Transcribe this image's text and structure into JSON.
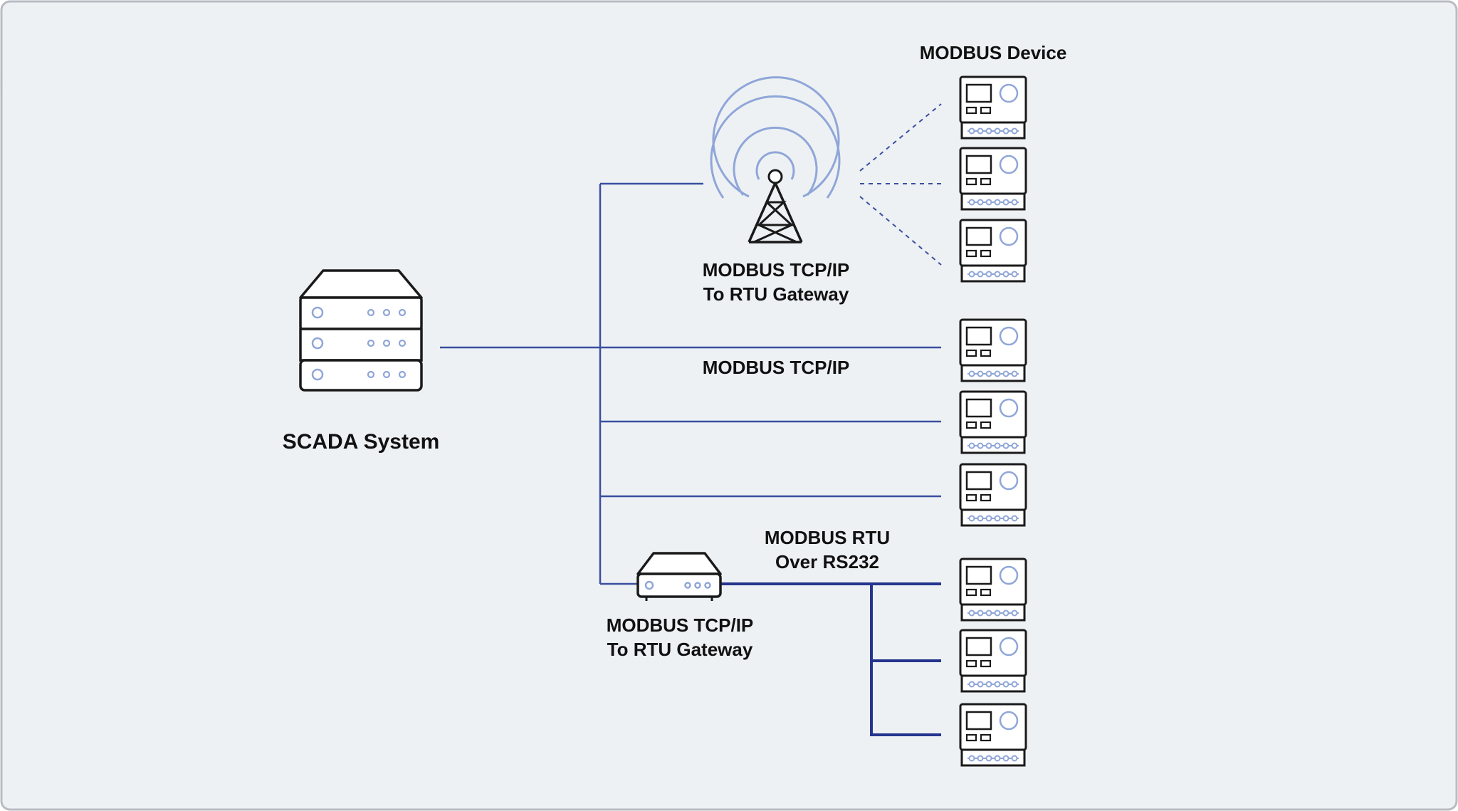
{
  "labels": {
    "modbus_device": "MODBUS Device",
    "scada_system": "SCADA System",
    "tower_gateway_line1": "MODBUS TCP/IP",
    "tower_gateway_line2": "To RTU Gateway",
    "tcpip_link": "MODBUS TCP/IP",
    "rtu_link_line1": "MODBUS RTU",
    "rtu_link_line2": "Over RS232",
    "router_gateway_line1": "MODBUS TCP/IP",
    "router_gateway_line2": "To RTU Gateway"
  },
  "colors": {
    "background": "#eef1f4",
    "frame": "#b8bcc2",
    "line": "#3a4fa0",
    "line_dark": "#25358e",
    "icon_outline": "#1a1a1a",
    "icon_accent": "#8fa6d8"
  },
  "device_groups": [
    {
      "name": "wireless",
      "count": 3
    },
    {
      "name": "tcpip",
      "count": 3
    },
    {
      "name": "rs232",
      "count": 3
    }
  ]
}
